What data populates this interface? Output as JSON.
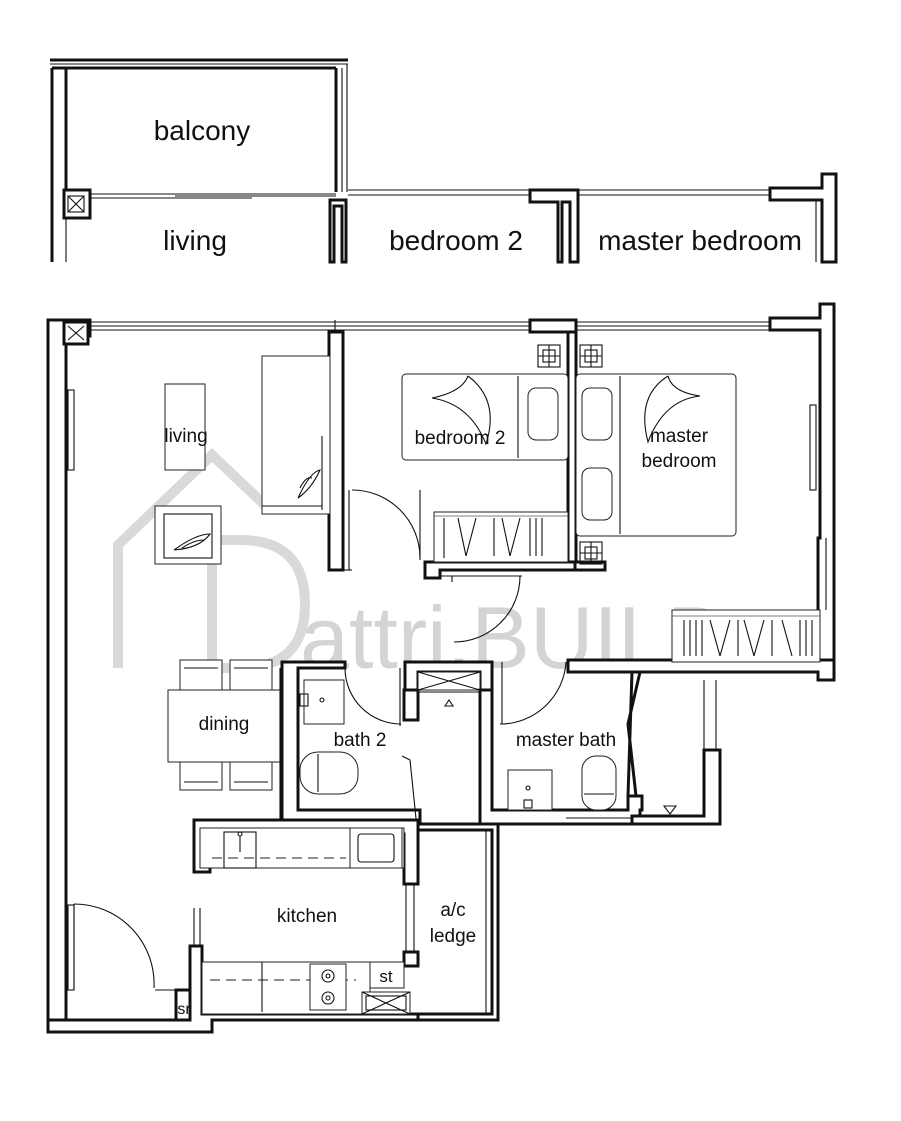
{
  "watermark": "attri.BUILD",
  "elevation_labels": {
    "balcony": "balcony",
    "living": "living",
    "bedroom2": "bedroom 2",
    "master_bedroom": "master bedroom"
  },
  "rooms": {
    "living": "living",
    "bedroom2": "bedroom 2",
    "master_bedroom_line1": "master",
    "master_bedroom_line2": "bedroom",
    "dining": "dining",
    "bath2": "bath 2",
    "master_bath": "master bath",
    "kitchen": "kitchen",
    "ac_ledge_line1": "a/c",
    "ac_ledge_line2": "ledge",
    "store": "st",
    "service": "sr"
  }
}
